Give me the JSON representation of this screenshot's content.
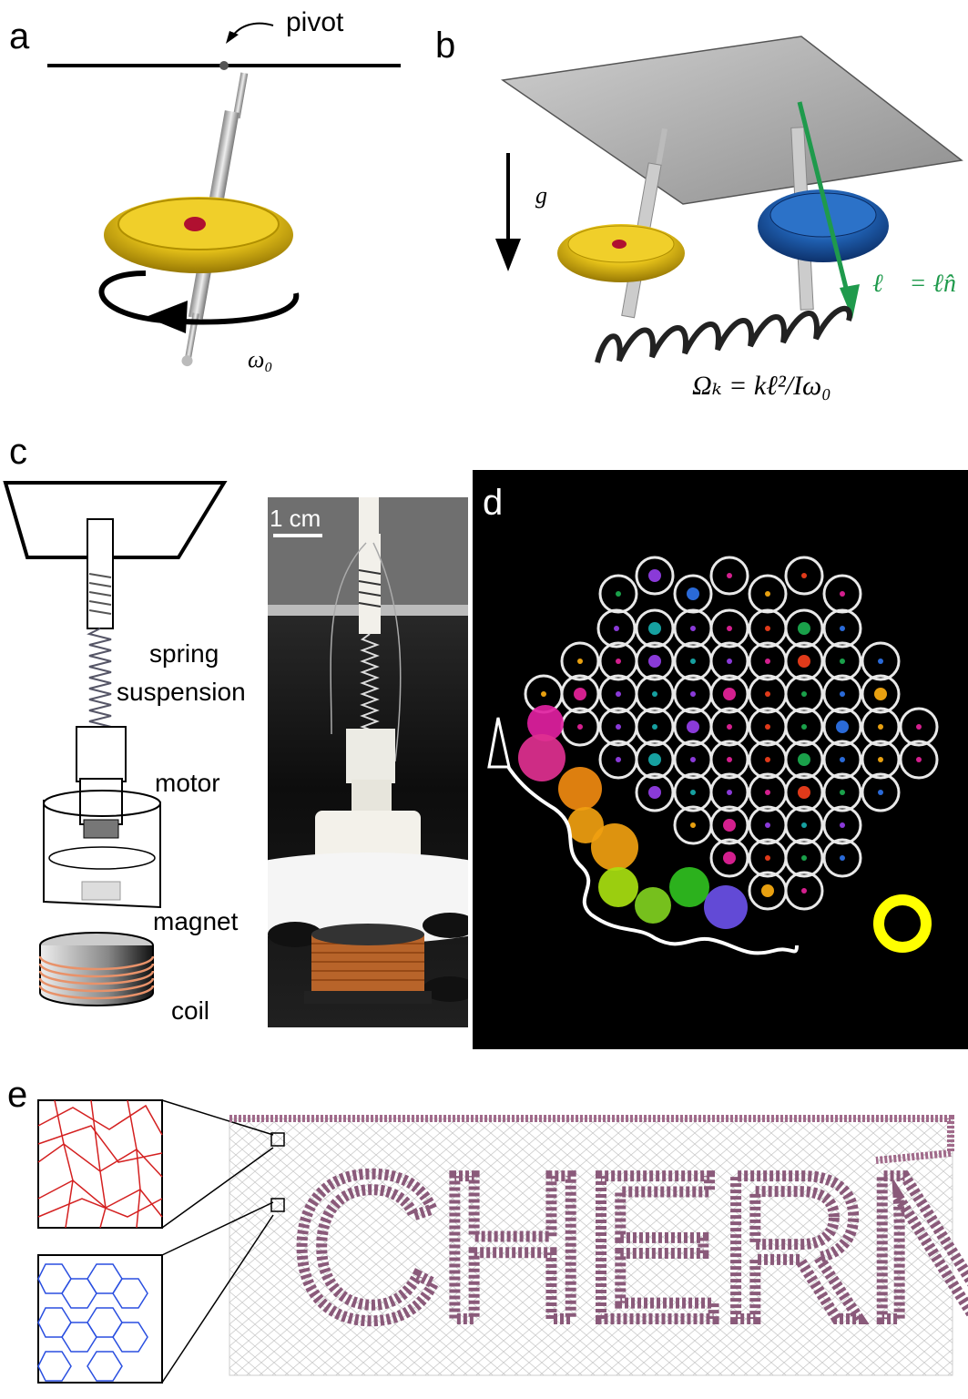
{
  "panels": {
    "a": {
      "label": "a",
      "pivot_text": "pivot",
      "omega_text": "ω₀"
    },
    "b": {
      "label": "b",
      "g_text": "g⃗",
      "ell_text": "ℓ⃗ = ℓn̂",
      "omega_k_text": "Ωₖ = kℓ²/Iω₀"
    },
    "c": {
      "label": "c",
      "spring_text": "spring",
      "suspension_text": "suspension",
      "motor_text": "motor",
      "magnet_text": "magnet",
      "coil_text": "coil",
      "scale_text": "1 cm"
    },
    "d": {
      "label": "d"
    },
    "e": {
      "label": "e",
      "word": "CHERN"
    }
  },
  "colors": {
    "gyro_gold": "#e6c21a",
    "gyro_blue": "#1f5fb0",
    "arrow_green": "#1f9a4c",
    "red_network": "#d42020",
    "blue_network": "#2a4fe0"
  },
  "icons": [
    "pivot-arrow-icon",
    "gravity-arrow-icon",
    "rotation-arrow-icon",
    "color-wheel-icon"
  ]
}
